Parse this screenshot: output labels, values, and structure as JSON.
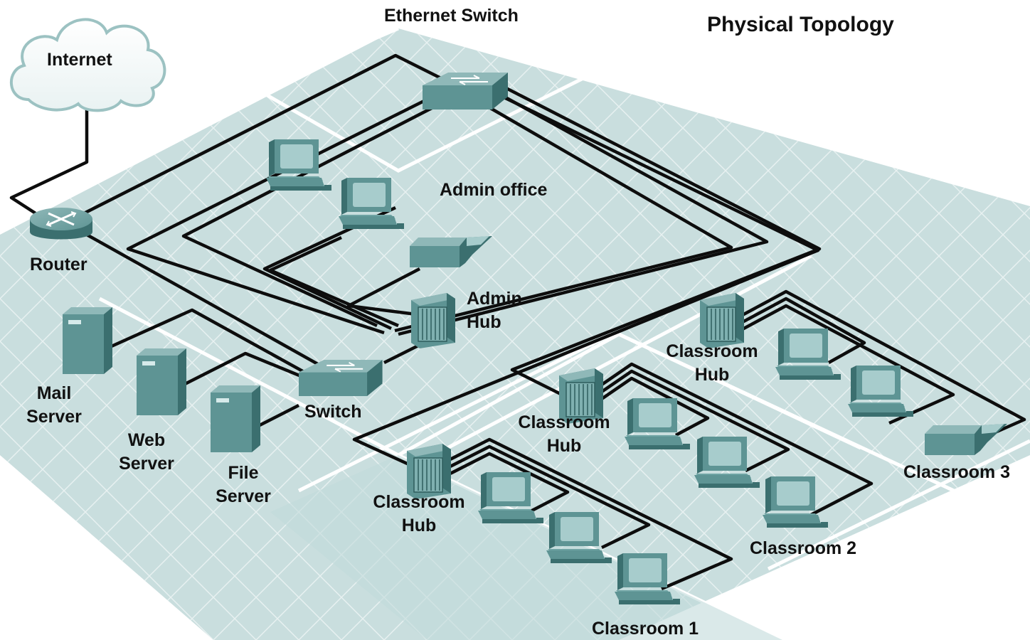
{
  "title": "Physical Topology",
  "labels": {
    "internet": "Internet",
    "ethernet_switch": "Ethernet Switch",
    "router": "Router",
    "admin_office": "Admin office",
    "admin_hub": [
      "Admin",
      "Hub"
    ],
    "switch": "Switch",
    "mail_server": [
      "Mail",
      "Server"
    ],
    "web_server": [
      "Web",
      "Server"
    ],
    "file_server": [
      "File",
      "Server"
    ],
    "classroom_hub": [
      "Classroom",
      "Hub"
    ],
    "classroom_1": "Classroom 1",
    "classroom_2": "Classroom 2",
    "classroom_3": "Classroom 3"
  },
  "colors": {
    "floor": "#c9dede",
    "grid": "#e3eeee",
    "device": "#5e9494",
    "device_light": "#a7cccc",
    "device_dark": "#3b6f6f",
    "cable": "#0d0d0d"
  }
}
